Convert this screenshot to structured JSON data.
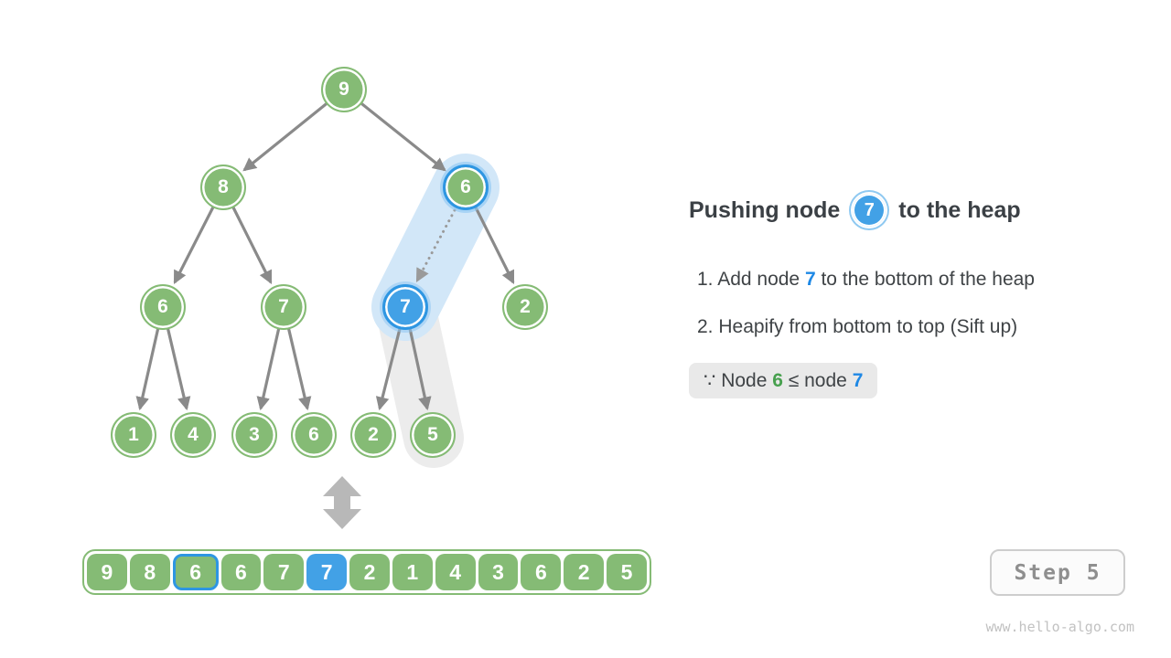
{
  "heap": {
    "values": [
      "9",
      "8",
      "6",
      "6",
      "7",
      "7",
      "2",
      "1",
      "4",
      "3",
      "6",
      "2",
      "5"
    ],
    "tree_highlight": {
      "ring_node_index": 2,
      "fill_node_index": 5
    },
    "array_highlight": {
      "ring_cell_index": 2,
      "fill_cell_index": 5
    }
  },
  "panel": {
    "title": {
      "prefix": "Pushing node",
      "badge": "7",
      "suffix": "to the heap"
    },
    "steps": [
      {
        "prefix": "1. Add node ",
        "highlight": "7",
        "suffix": " to the bottom of the heap"
      },
      {
        "prefix": "2. Heapify from bottom to top (Sift up)",
        "highlight": "",
        "suffix": ""
      }
    ],
    "note": {
      "because": "∵",
      "text1": " Node ",
      "green_value": "6",
      "text2": " ≤ node ",
      "blue_value": "7"
    }
  },
  "footer": {
    "step_label": "Step 5",
    "website": "www.hello-algo.com"
  },
  "colors": {
    "node_green": "#85BB75",
    "node_blue": "#42A1E6",
    "ring_blue": "#2E96E2",
    "capsule_blue": "#D2E7F8",
    "capsule_gray": "#ECECEC",
    "edge_gray": "#8A8A8A",
    "swap_arrow_gray": "#9A9A9A",
    "updown_gray": "#B8B8B8",
    "text_dark": "#3f4346",
    "note_green": "#47A04E",
    "note_blue": "#1E88E5"
  }
}
